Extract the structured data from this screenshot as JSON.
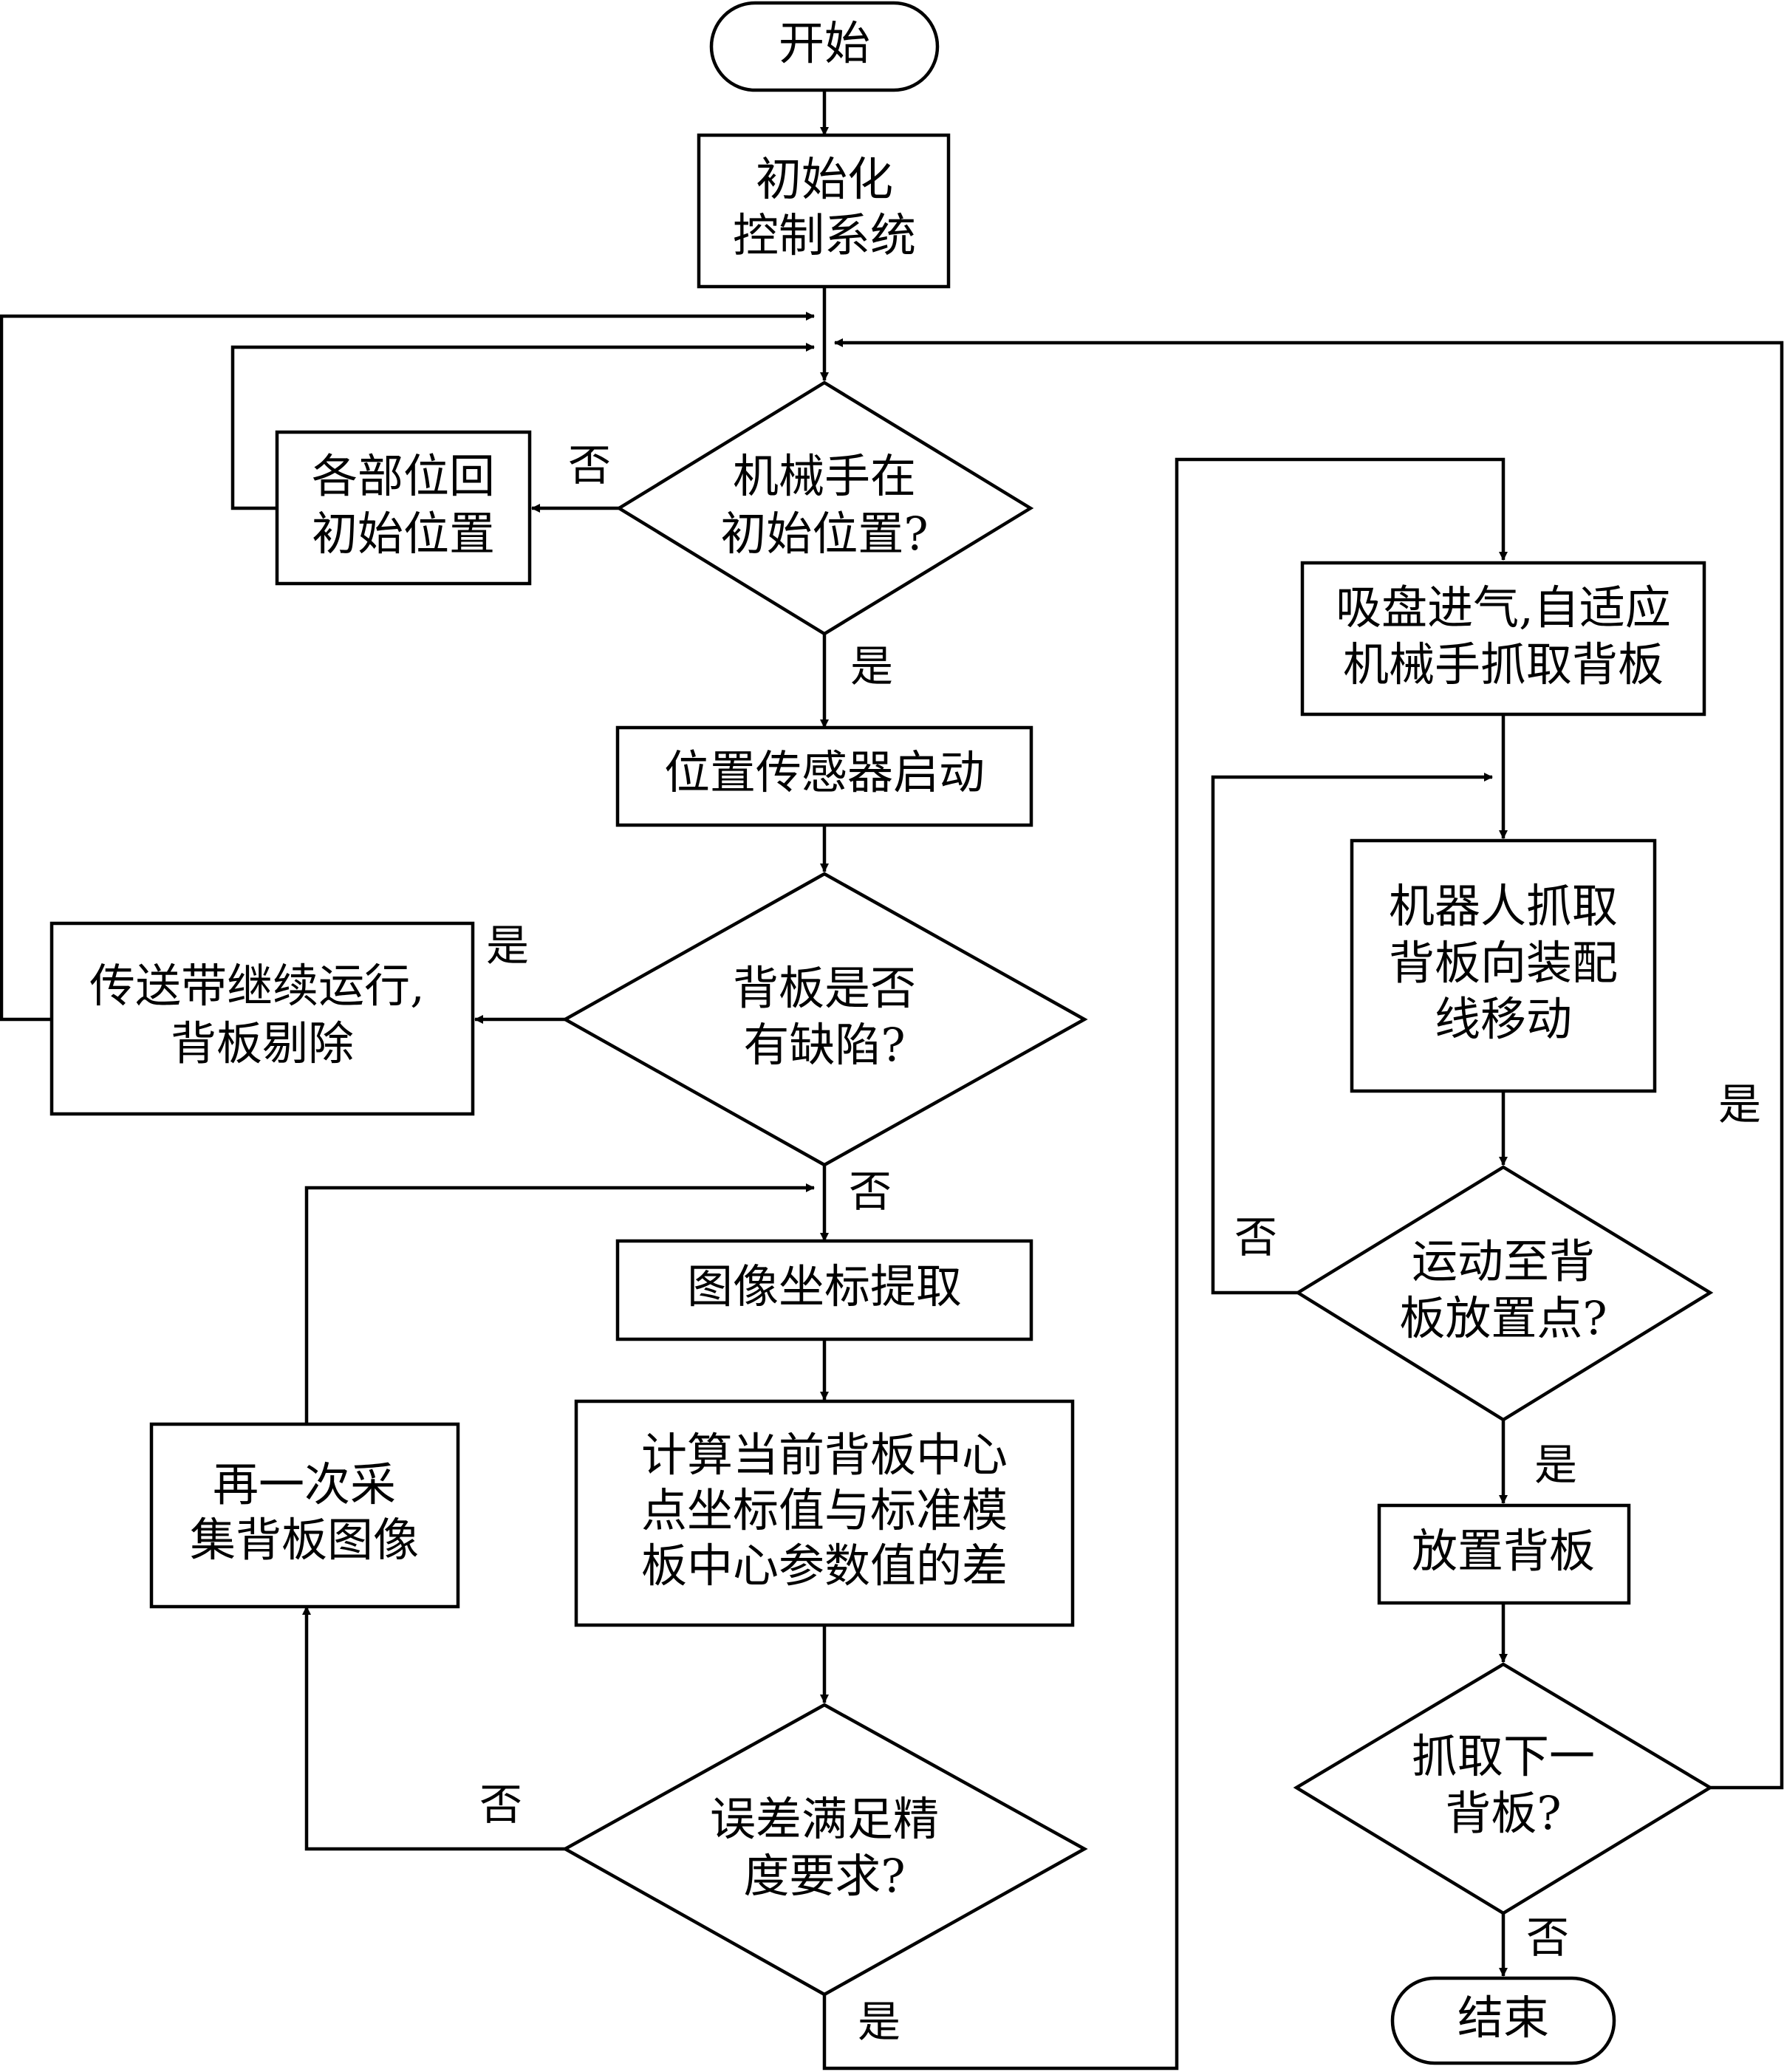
{
  "nodes": {
    "start": "开始",
    "init": [
      "初始化",
      "控制系统"
    ],
    "check_init_pos": [
      "机械手在",
      "初始位置?"
    ],
    "reset_pos": [
      "各部位回",
      "初始位置"
    ],
    "sensor_start": "位置传感器启动",
    "check_defect": [
      "背板是否",
      "有缺陷?"
    ],
    "reject": [
      "传送带继续运行,",
      "背板剔除"
    ],
    "extract_coords": "图像坐标提取",
    "compute_diff": [
      "计算当前背板中心",
      "点坐标值与标准模",
      "板中心参数值的差"
    ],
    "check_precision": [
      "误差满足精",
      "度要求?"
    ],
    "recapture": [
      "再一次采",
      "集背板图像"
    ],
    "grab_board": [
      "吸盘进气,自适应",
      "机械手抓取背板"
    ],
    "move_to_line": [
      "机器人抓取",
      "背板向装配",
      "线移动"
    ],
    "check_place_point": [
      "运动至背",
      "板放置点?"
    ],
    "place_board": "放置背板",
    "check_next": [
      "抓取下一",
      "背板?"
    ],
    "end": "结束"
  },
  "edge_labels": {
    "init_pos_no": "否",
    "init_pos_yes": "是",
    "defect_yes": "是",
    "defect_no": "否",
    "precision_no": "否",
    "precision_yes": "是",
    "place_no": "否",
    "place_yes": "是",
    "next_yes": "是",
    "next_no": "否"
  }
}
